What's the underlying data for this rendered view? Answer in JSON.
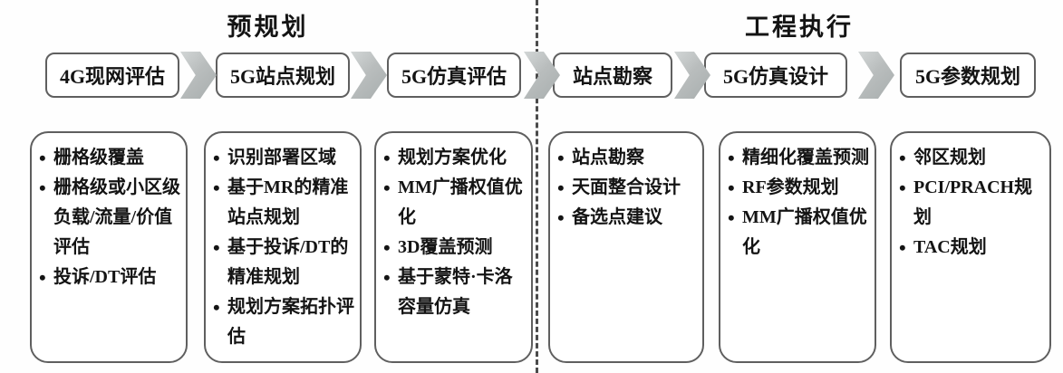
{
  "phases": [
    {
      "title": "预规划"
    },
    {
      "title": "工程执行"
    }
  ],
  "steps": [
    {
      "label": "4G现网评估"
    },
    {
      "label": "5G站点规划"
    },
    {
      "label": "5G仿真评估"
    },
    {
      "label": "站点勘察"
    },
    {
      "label": "5G仿真设计"
    },
    {
      "label": "5G参数规划"
    }
  ],
  "details": [
    {
      "items": [
        "栅格级覆盖",
        "栅格级或小区级负载/流量/价值评估",
        "投诉/DT评估"
      ]
    },
    {
      "items": [
        "识别部署区域",
        "基于MR的精准站点规划",
        "基于投诉/DT的精准规划",
        "规划方案拓扑评估"
      ]
    },
    {
      "items": [
        "规划方案优化",
        "MM广播权值优化",
        "3D覆盖预测",
        "基于蒙特·卡洛容量仿真"
      ]
    },
    {
      "items": [
        "站点勘察",
        "天面整合设计",
        "备选点建议"
      ]
    },
    {
      "items": [
        "精细化覆盖预测",
        "RF参数规划",
        "MM广播权值优化"
      ]
    },
    {
      "items": [
        "邻区规划",
        "PCI/PRACH规划",
        "TAC规划"
      ]
    }
  ],
  "colors": {
    "background": "#fefefe",
    "box_border": "#5f5f5f",
    "text": "#141414",
    "arrow": "#b9bdbd",
    "divider": "#4b4b4b"
  }
}
